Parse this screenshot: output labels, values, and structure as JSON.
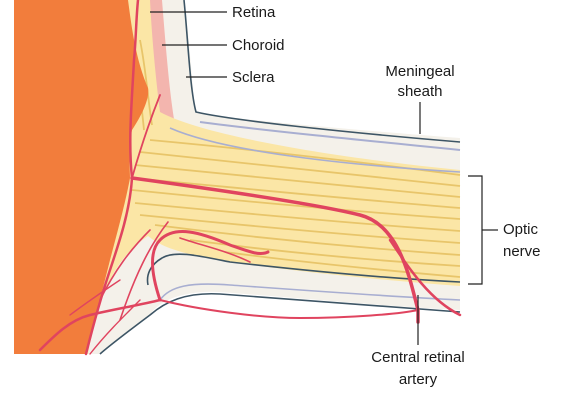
{
  "labels": {
    "retina": "Retina",
    "choroid": "Choroid",
    "sclera": "Sclera",
    "meningeal_sheath_line1": "Meningeal",
    "meningeal_sheath_line2": "sheath",
    "optic_nerve_line1": "Optic",
    "optic_nerve_line2": "nerve",
    "central_retinal_artery_line1": "Central retinal",
    "central_retinal_artery_line2": "artery"
  },
  "colors": {
    "eyeball": "#f27d3c",
    "nerve_fill": "#fbe6a6",
    "nerve_fibre": "#e8c56a",
    "sclera_fill": "#f4f1ea",
    "choroid_fill": "#f3b5ae",
    "sheath_line": "#a8aed1",
    "outline": "#3d5565",
    "artery": "#e0445f",
    "leader": "#222222"
  }
}
